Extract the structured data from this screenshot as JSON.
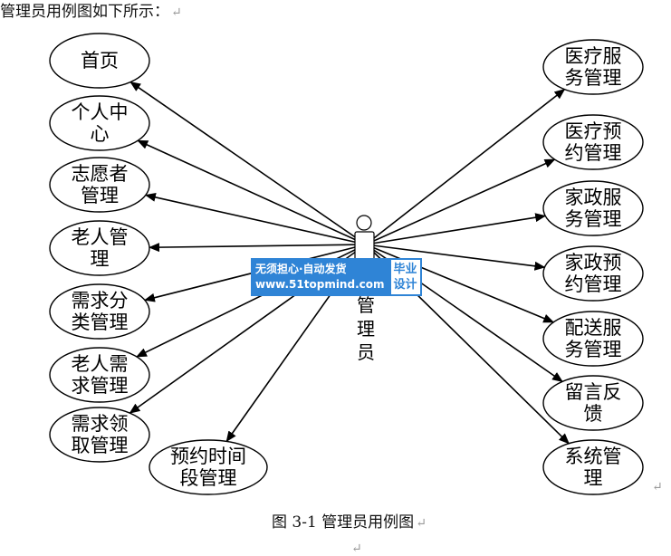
{
  "intro_text": "管理员用例图如下所示：",
  "caption_text": "图 3-1 管理员用例图",
  "paragraph_mark": "↵",
  "actor": {
    "label_lines": [
      "管",
      "理",
      "员"
    ]
  },
  "watermark": {
    "line1": "无须担心·自动发货",
    "line2": "www.51topmind.com",
    "side_line1": "毕业",
    "side_line2": "设计"
  },
  "use_cases": [
    {
      "id": "home",
      "lines": [
        "首页"
      ]
    },
    {
      "id": "personal-center",
      "lines": [
        "个人中",
        "心"
      ]
    },
    {
      "id": "volunteer-mgmt",
      "lines": [
        "志愿者",
        "管理"
      ]
    },
    {
      "id": "elderly-mgmt",
      "lines": [
        "老人管",
        "理"
      ]
    },
    {
      "id": "demand-category-mgmt",
      "lines": [
        "需求分",
        "类管理"
      ]
    },
    {
      "id": "elderly-demand-mgmt",
      "lines": [
        "老人需",
        "求管理"
      ]
    },
    {
      "id": "demand-claim-mgmt",
      "lines": [
        "需求领",
        "取管理"
      ]
    },
    {
      "id": "appointment-slot-mgmt",
      "lines": [
        "预约时间",
        "段管理"
      ]
    },
    {
      "id": "medical-service-mgmt",
      "lines": [
        "医疗服",
        "务管理"
      ]
    },
    {
      "id": "medical-appointment-mgmt",
      "lines": [
        "医疗预",
        "约管理"
      ]
    },
    {
      "id": "housekeeping-service-mgmt",
      "lines": [
        "家政服",
        "务管理"
      ]
    },
    {
      "id": "housekeeping-appointment-mgmt",
      "lines": [
        "家政预",
        "约管理"
      ]
    },
    {
      "id": "delivery-service-mgmt",
      "lines": [
        "配送服",
        "务管理"
      ]
    },
    {
      "id": "feedback",
      "lines": [
        "留言反",
        "馈"
      ]
    },
    {
      "id": "system-mgmt",
      "lines": [
        "系统管",
        "理"
      ]
    }
  ]
}
